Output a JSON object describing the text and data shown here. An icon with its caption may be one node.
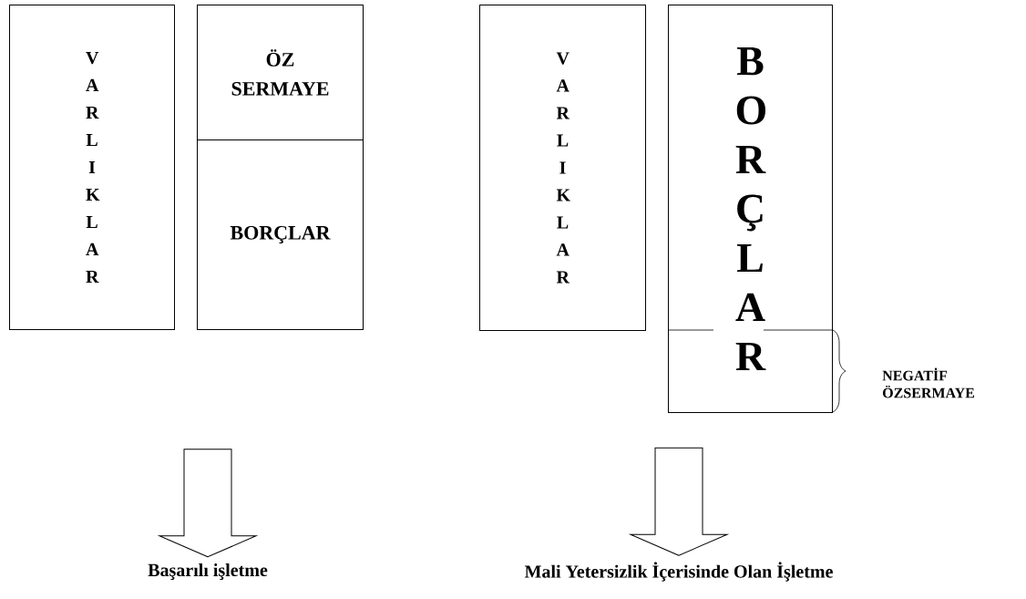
{
  "diagram": {
    "nodes": [
      {
        "text": [
          "V A R L I K L A R"
        ]
      },
      {
        "text": [
          "ÖZ SERMAYE"
        ]
      },
      {
        "text": [
          "BORÇLAR"
        ]
      },
      {
        "text": [
          "V A R L I K L A R"
        ]
      },
      {
        "text": [
          "B O R Ç L A R"
        ]
      },
      {
        "text": [
          "Başarılı işletme"
        ]
      },
      {
        "text": [
          "Mali Yetersizlik İçerisinde Olan İşletme"
        ]
      }
    ],
    "edges": [
      {
        "from": null,
        "to": 5,
        "arrow": "to"
      },
      {
        "from": null,
        "to": 6,
        "arrow": "to"
      }
    ],
    "labels": [
      "NEGATİF ÖZSERMAYE"
    ]
  }
}
